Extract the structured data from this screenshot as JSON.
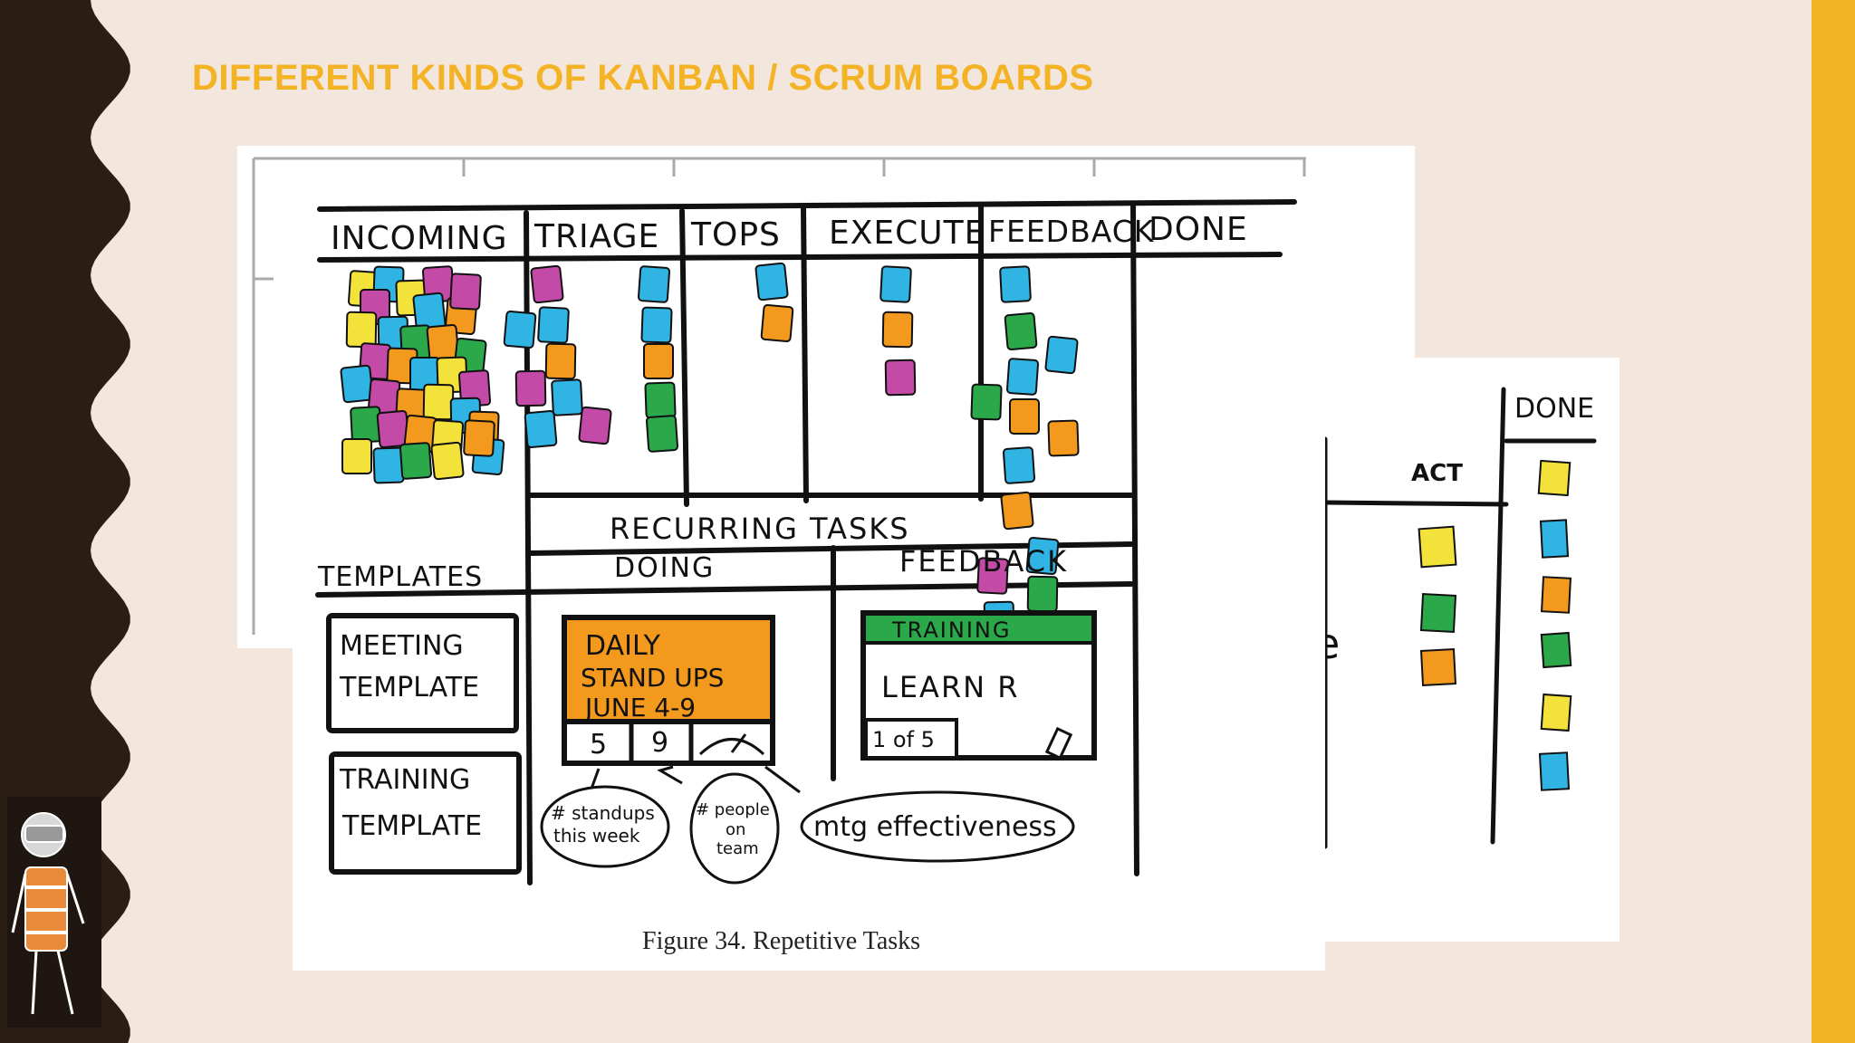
{
  "slide": {
    "title": "DIFFERENT KINDS OF KANBAN / SCRUM BOARDS",
    "accent_color": "#f4b225",
    "background_color": "#f2e6dd",
    "border_color": "#2a1d12"
  },
  "figure": {
    "caption": "Figure 34. Repetitive Tasks",
    "columns": [
      "INCOMING",
      "TRIAGE",
      "TOPS",
      "EXECUTE",
      "FEEDBACK",
      "DONE"
    ],
    "recurring_label": "RECURRING TASKS",
    "templates_label": "TEMPLATES",
    "doing_label": "DOING",
    "feedback_label": "FEEDBACK",
    "template_cards": [
      {
        "line1": "MEETING",
        "line2": "TEMPLATE"
      },
      {
        "line1": "TRAINING",
        "line2": "TEMPLATE"
      }
    ],
    "standup_card": {
      "line1": "DAILY",
      "line2": "STAND UPS",
      "line3": "JUNE 4-9",
      "cell1": "5",
      "cell2": "9"
    },
    "training_card": {
      "header": "TRAINING",
      "body": "LEARN R",
      "progress": "1 of 5"
    },
    "annotations": {
      "standups_line1": "# standups",
      "standups_line2": "this week",
      "people_line1": "# people",
      "people_line2": "on",
      "people_line3": "team",
      "effectiveness": "mtg effectiveness"
    },
    "note_colors": {
      "blue": "#2fb4e4",
      "magenta": "#c44aa8",
      "orange": "#f39a1e",
      "green": "#2aa84a",
      "yellow": "#f2e23a"
    }
  },
  "side_board": {
    "done_label": "DONE",
    "act_label": "ACT",
    "partial_char_1": "-",
    "partial_char_2": "e"
  },
  "avatar": {
    "icon": "developer-avatar-icon"
  }
}
